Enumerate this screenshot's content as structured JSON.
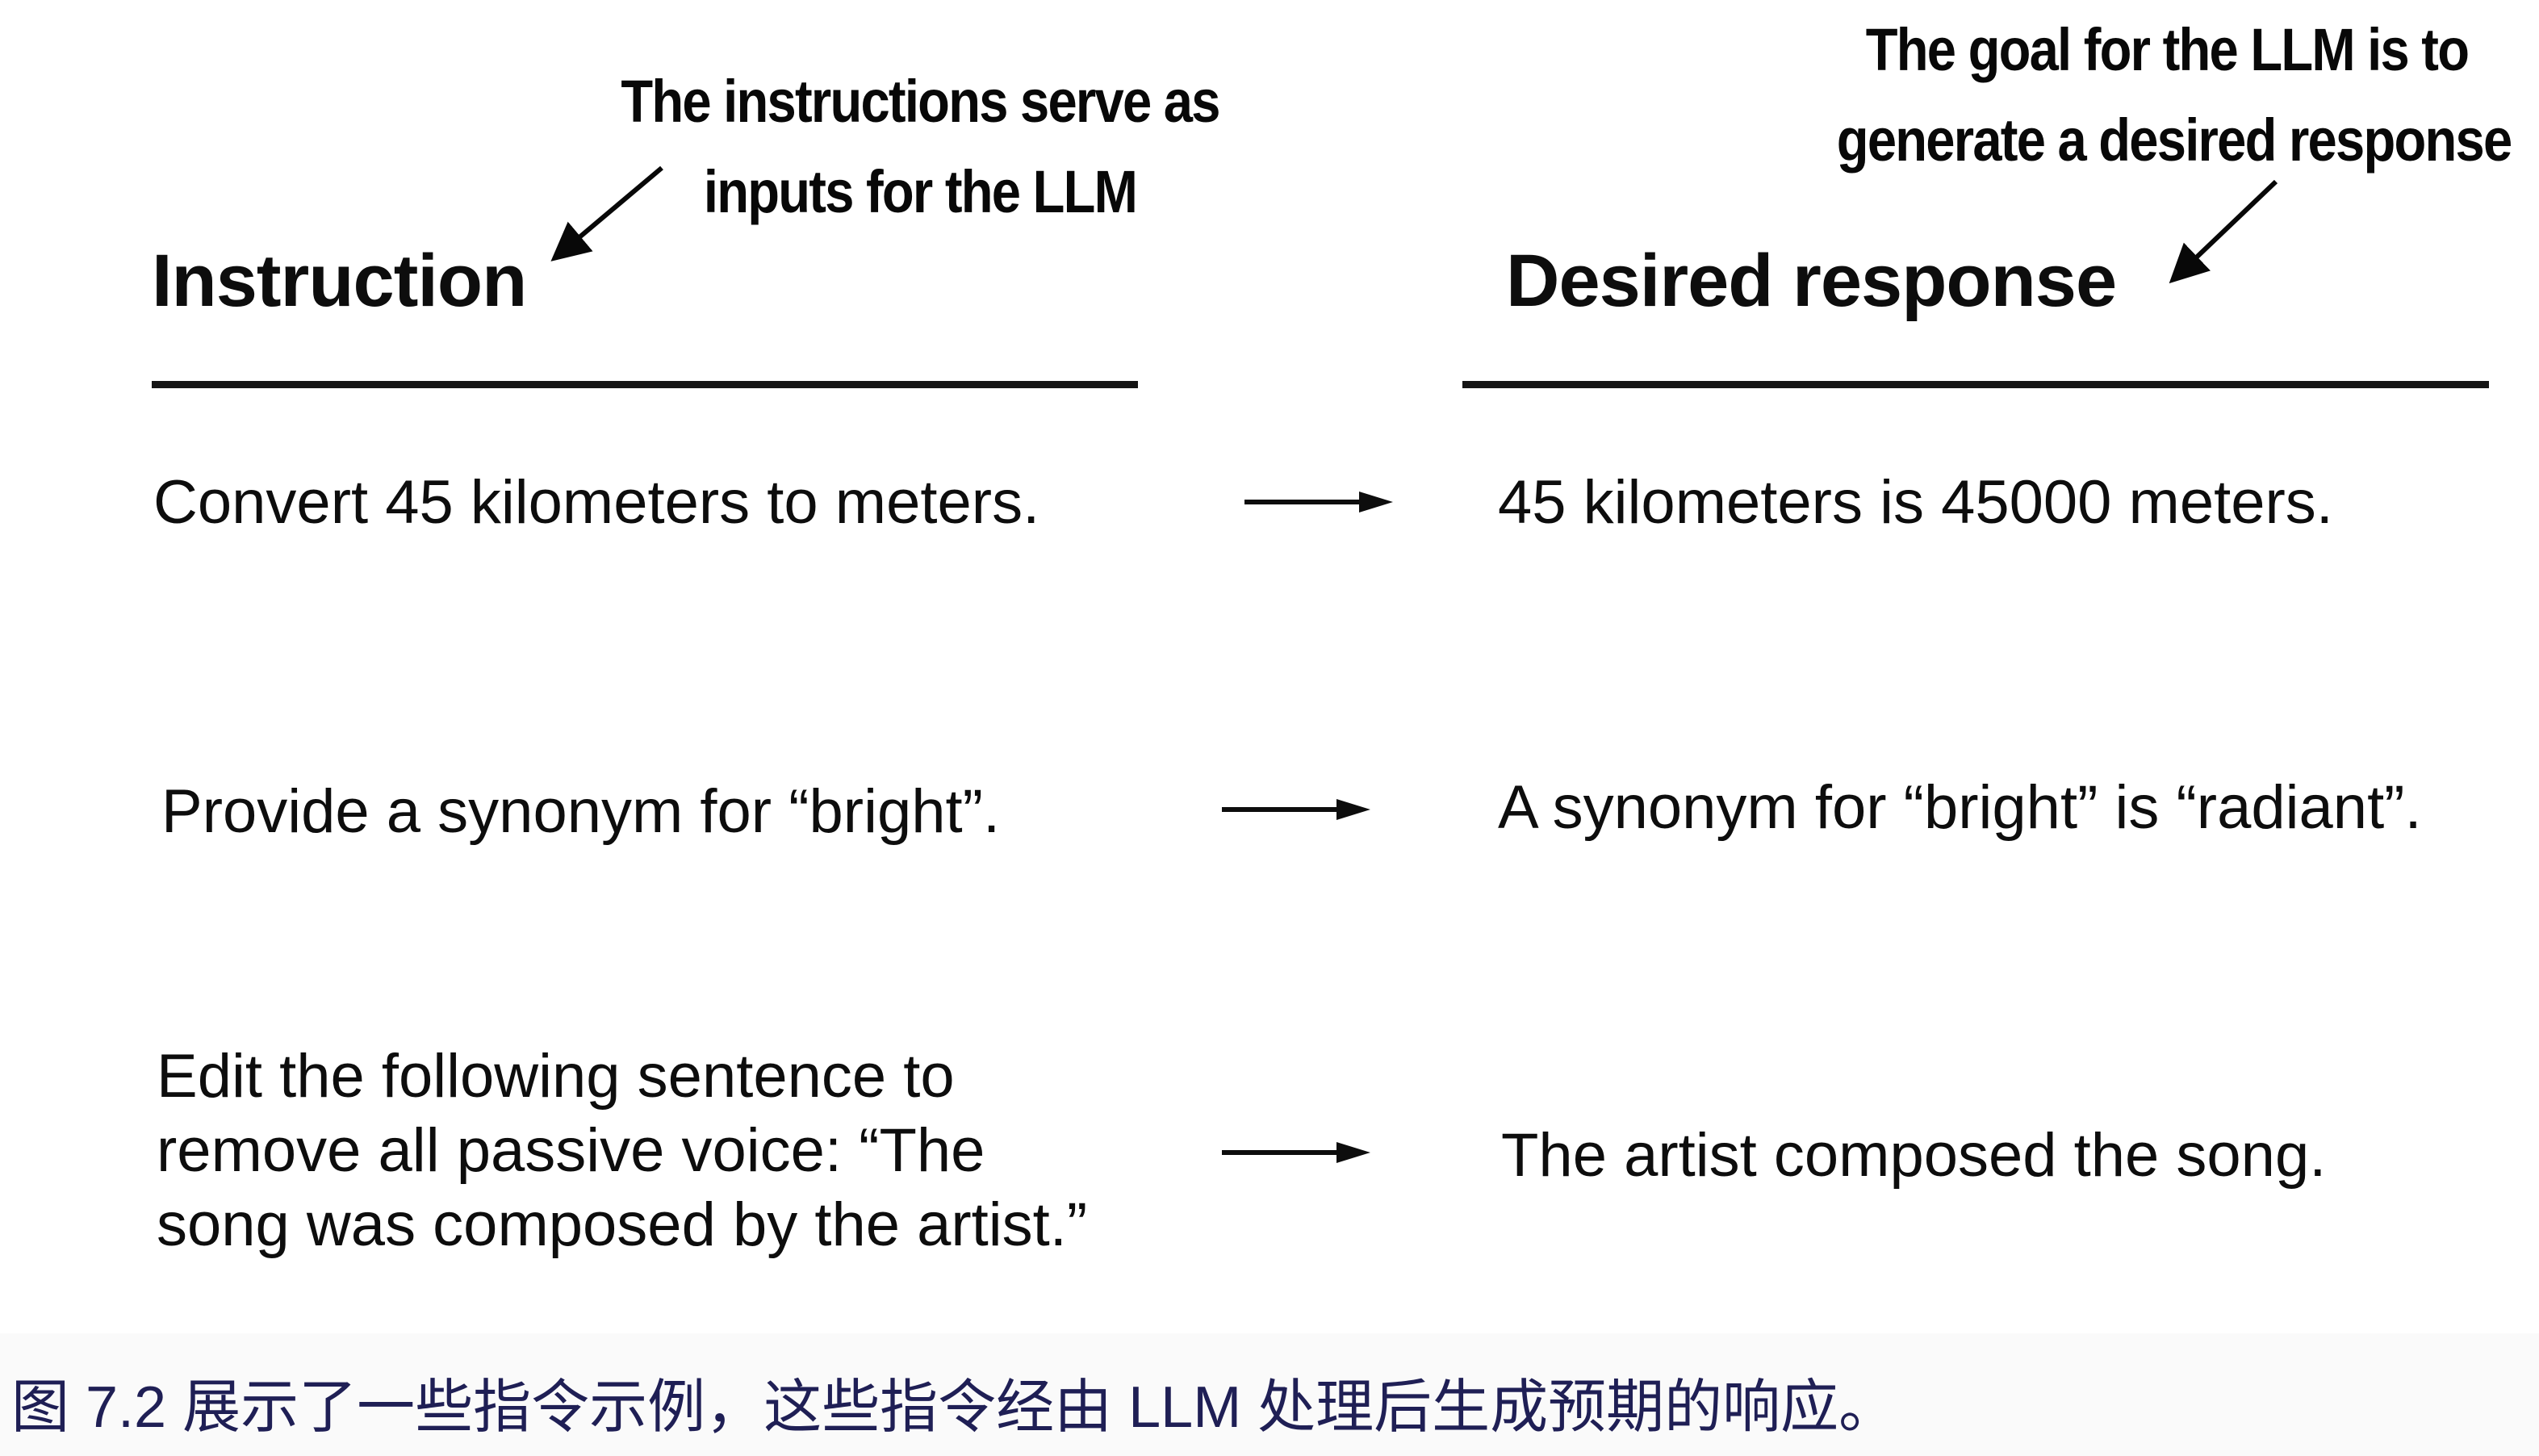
{
  "figure": {
    "annotation_left": {
      "line1": "The instructions serve as",
      "line2": "inputs for the LLM"
    },
    "annotation_right": {
      "line1": "The goal for the LLM is to",
      "line2": "generate a desired response"
    },
    "columns": {
      "left_header": "Instruction",
      "right_header": "Desired response"
    },
    "rows": [
      {
        "instruction": "Convert 45 kilometers to meters.",
        "response": "45 kilometers is 45000 meters."
      },
      {
        "instruction": "Provide a synonym for “bright”.",
        "response": "A synonym for “bright” is “radiant”."
      },
      {
        "instruction": "Edit the following sentence to remove all passive voice: “The song was composed by the artist.”",
        "response": "The artist composed the song."
      }
    ],
    "caption": "图 7.2 展示了一些指令示例，这些指令经由 LLM 处理后生成预期的响应。",
    "colors": {
      "text": "#0d0d0d",
      "caption": "#1f1f55",
      "background": "#ffffff"
    }
  }
}
